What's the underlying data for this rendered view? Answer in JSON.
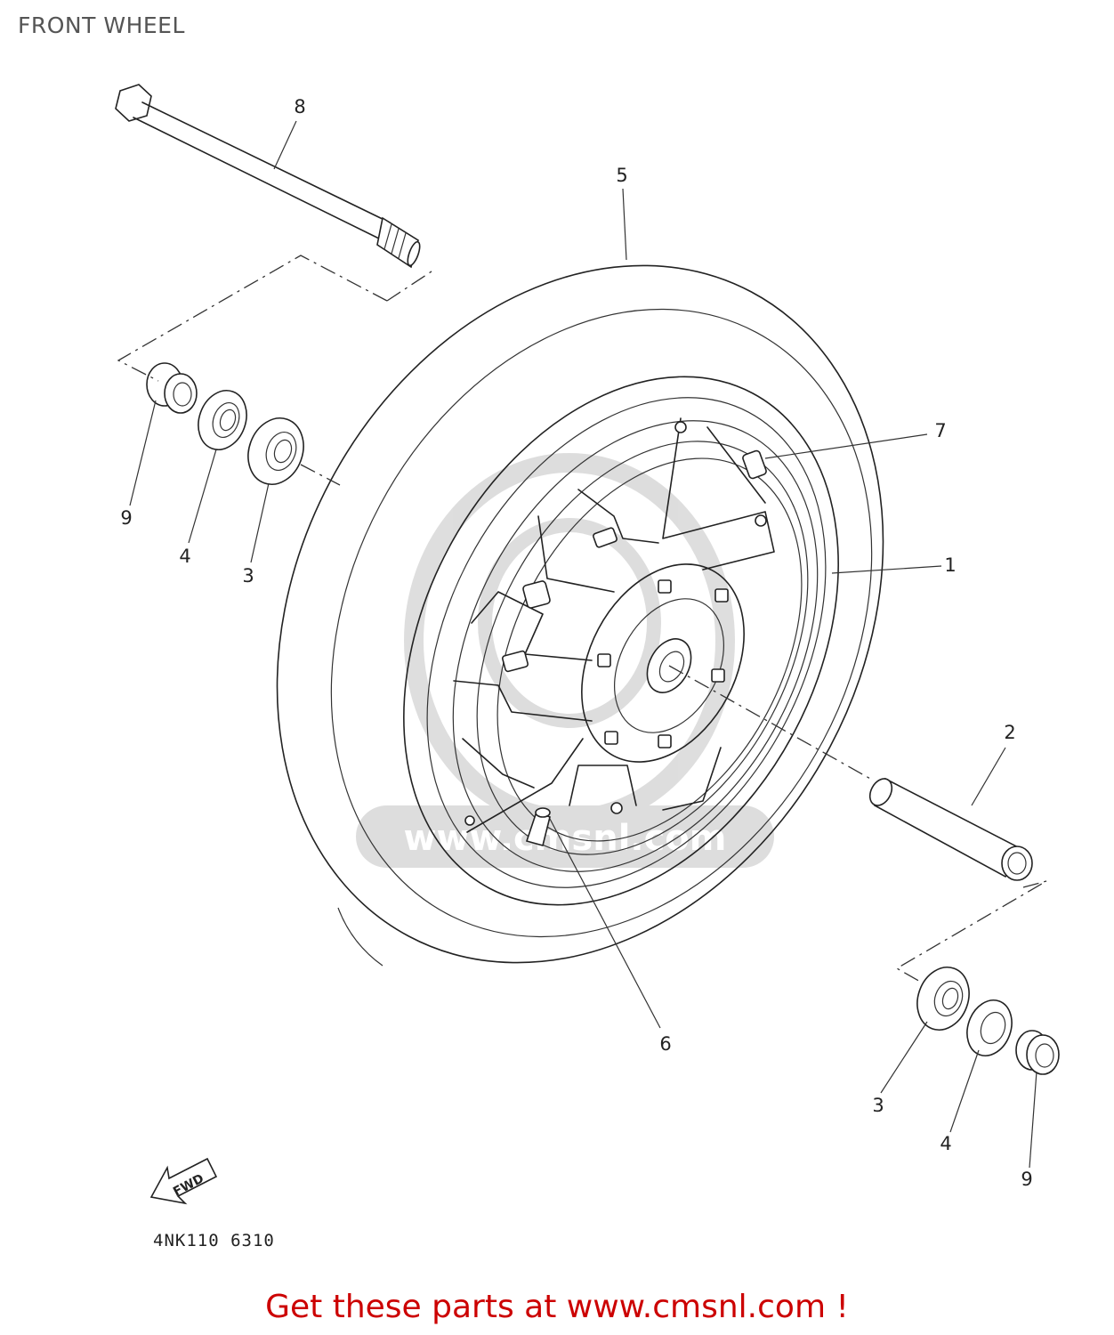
{
  "title": "FRONT WHEEL",
  "diagram_code": "4NK110 6310",
  "fwd_label": "FWD",
  "watermark_text": "www.cmsnl.com",
  "promo_text": "Get these parts at www.cmsnl.com !",
  "colors": {
    "promo": "#cc0000",
    "line": "#222222",
    "title": "#555555"
  },
  "callouts": {
    "c1": "1",
    "c2": "2",
    "c3a": "3",
    "c3b": "3",
    "c4a": "4",
    "c4b": "4",
    "c5": "5",
    "c6": "6",
    "c7": "7",
    "c8": "8",
    "c9a": "9",
    "c9b": "9"
  }
}
